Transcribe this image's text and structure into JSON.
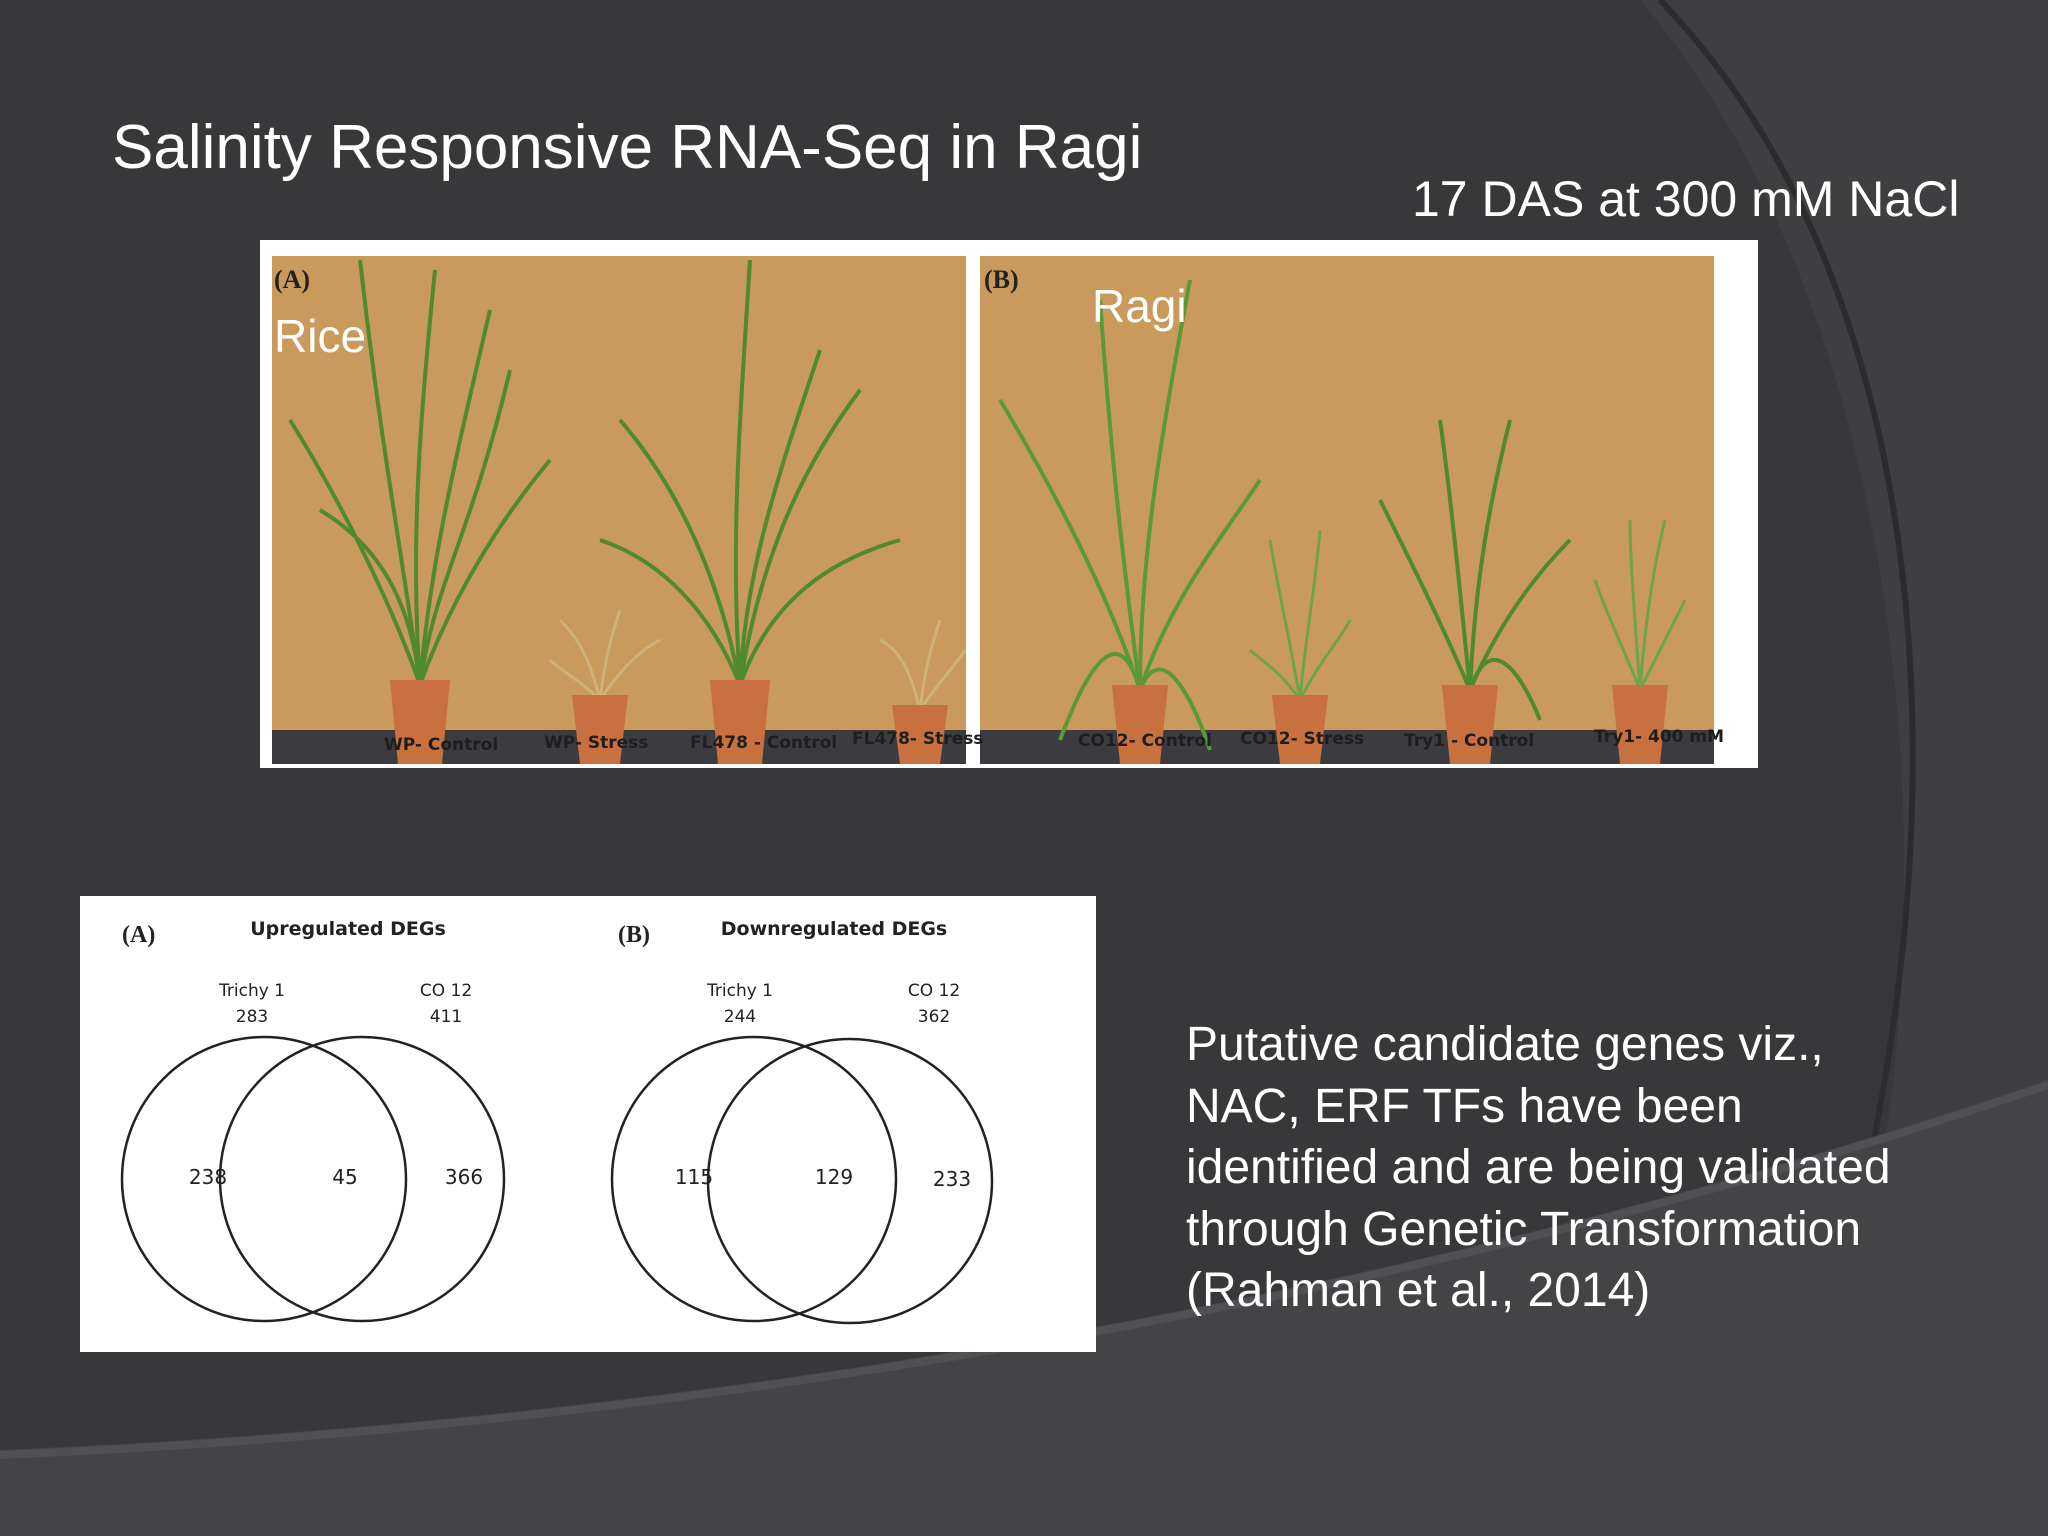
{
  "slide": {
    "title": "Salinity Responsive RNA-Seq in Ragi",
    "subtitle": "17 DAS at 300 mM NaCl",
    "body_lines": [
      "Putative candidate genes viz.,",
      "NAC, ERF TFs have been",
      "identified and are being validated",
      "through Genetic Transformation",
      "(Rahman et al., 2014)"
    ]
  },
  "photo": {
    "panel_a": {
      "tag": "(A)",
      "crop": "Rice",
      "labels": [
        "WP- Control",
        "WP- Stress",
        "FL478 - Control",
        "FL478- Stress"
      ]
    },
    "panel_b": {
      "tag": "(B)",
      "crop": "Ragi",
      "labels": [
        "CO12- Control",
        "CO12- Stress",
        "Try1 - Control",
        "Try1- 400 mM"
      ]
    }
  },
  "venn": {
    "a": {
      "tag": "(A)",
      "title": "Upregulated DEGs",
      "left_name": "Trichy 1",
      "left_total": "283",
      "right_name": "CO 12",
      "right_total": "411",
      "left_only": "238",
      "overlap": "45",
      "right_only": "366"
    },
    "b": {
      "tag": "(B)",
      "title": "Downregulated DEGs",
      "left_name": "Trichy 1",
      "left_total": "244",
      "right_name": "CO 12",
      "right_total": "362",
      "left_only": "115",
      "overlap": "129",
      "right_only": "233"
    }
  },
  "colors": {
    "background": "#3a3a3c",
    "photo_backdrop": "#c99a5b",
    "pot": "#c8703f",
    "leaf": "#4f8a2e",
    "dry_leaf": "#cdb27a"
  }
}
